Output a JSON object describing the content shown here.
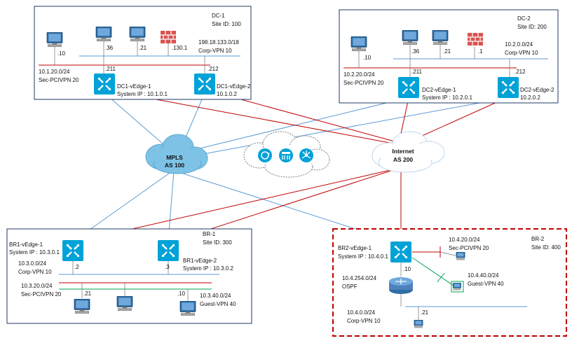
{
  "colors": {
    "mpls_link": "#5b9bd5",
    "internet_link": "#c00000",
    "sec_vpn": "#c00000",
    "guest_vpn": "#00a651",
    "corp_vpn": "#5b9bd5",
    "router": "#00a2d8",
    "br2_border": "#c00000",
    "box_border": "#1f3864"
  },
  "dc1": {
    "title": "DC-1",
    "site_id": "Site ID: 100",
    "corp_subnet": "198.18.133.0/18",
    "corp_vpn": "Corp-VPN 10",
    "sec_subnet": "10.1.20.0/24",
    "sec_vpn": "Sec-PCIVPN 20",
    "host_10": ".10",
    "host_36": ".36",
    "host_21": ".21",
    "host_130": ".130.1",
    "edge1_ip": ".211",
    "edge2_ip": ".212",
    "edge1_name": "DC1-vEdge-1",
    "edge1_sys": "System IP : 10.1.0.1",
    "edge2_name": "DC1-vEdge-2",
    "edge2_sys": "10.1.0.2"
  },
  "dc2": {
    "title": "DC-2",
    "site_id": "Site ID: 200",
    "corp_subnet": "10.2.0.0/24",
    "corp_vpn": "Corp-VPN 10",
    "sec_subnet": "10.2.20.0/24",
    "sec_vpn": "Sec-PCIVPN 20",
    "host_10": ".10",
    "host_36": ".36",
    "host_21": ".21",
    "host_1": ".1",
    "edge1_ip": ".211",
    "edge2_ip": ".212",
    "edge1_name": "DC2-vEdge-1",
    "edge1_sys": "System IP : 10.2.0.1",
    "edge2_name": "DC2-vEdge-2",
    "edge2_sys": "10.2.0.2"
  },
  "mpls": {
    "name": "MPLS",
    "as": "AS 100"
  },
  "internet": {
    "name": "Internet",
    "as": "AS 200"
  },
  "br1": {
    "title": "BR-1",
    "site_id": "Site ID: 300",
    "edge1_name": "BR1-vEdge-1",
    "edge1_sys": "System IP : 10.3.0.1",
    "edge2_name": "BR1-vEdge-2",
    "edge2_sys": "System IP : 10.3.0.2",
    "edge1_ip": ".2",
    "edge2_ip": ".3",
    "corp_subnet": "10.3.0.0/24",
    "corp_vpn": "Corp-VPN 10",
    "sec_subnet": "10.3.20.0/24",
    "sec_vpn": "Sec-PCIVPN 20",
    "guest_subnet": "10.3.40.0/24",
    "guest_vpn": "Guest-VPN 40",
    "host_21": ".21",
    "host_10": ".10"
  },
  "br2": {
    "title": "BR-2",
    "site_id": "Site ID: 400",
    "edge1_name": "BR2-vEdge-1",
    "edge1_sys": "System IP : 10.4.0.1",
    "sec_subnet": "10.4.20.0/24",
    "sec_vpn": "Sec-PCIVPN 20",
    "guest_subnet": "10.4.40.0/24",
    "guest_vpn": "Guest-VPN 40",
    "ospf_subnet": "10.4.254.0/24",
    "ospf": "OSPF",
    "edge_ip": ".10",
    "corp_subnet": "10.4.0.0/24",
    "corp_vpn": "Corp-VPN 10",
    "host_21": ".21"
  }
}
